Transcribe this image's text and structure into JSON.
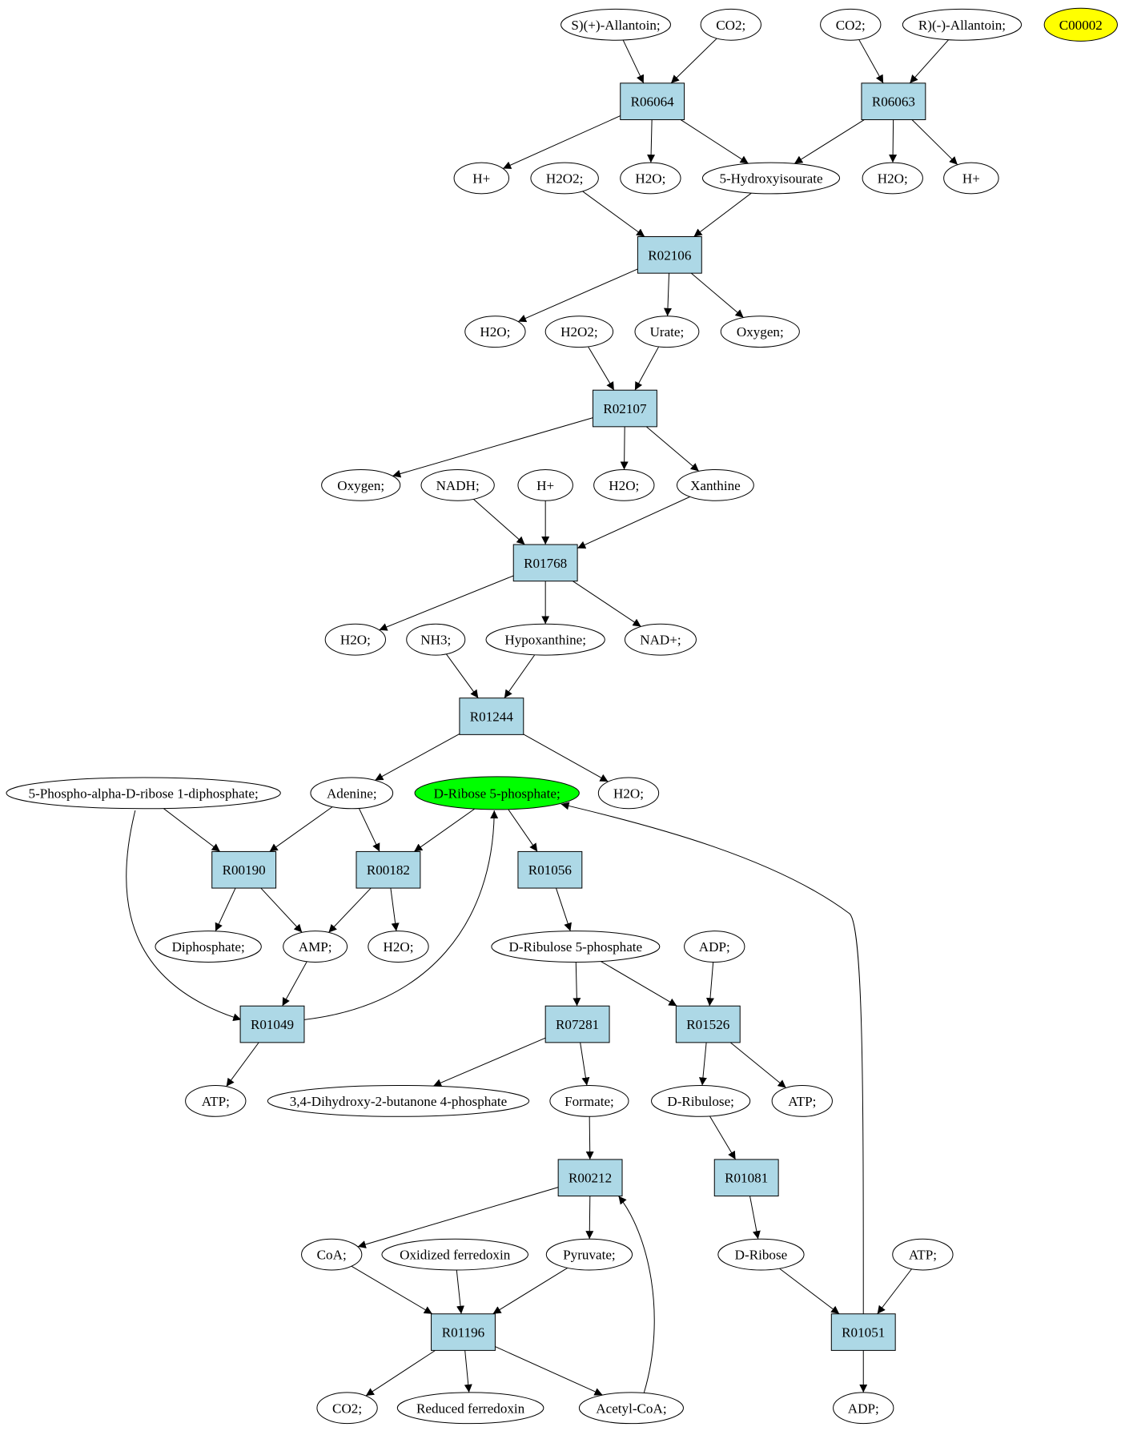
{
  "highlight_colors": {
    "start_node": "#ffff00",
    "target_node": "#00ff00",
    "reaction_fill": "#add8e6"
  },
  "metabolites": [
    {
      "id": "m_allS",
      "label": "S)(+)-Allantoin;"
    },
    {
      "id": "m_co2_a",
      "label": "CO2;"
    },
    {
      "id": "m_co2_b",
      "label": "CO2;"
    },
    {
      "id": "m_allR",
      "label": "R)(-)-Allantoin;"
    },
    {
      "id": "m_c00002",
      "label": "C00002",
      "highlight": "start_node"
    },
    {
      "id": "m_hp_a",
      "label": "H+"
    },
    {
      "id": "m_h2o2_a",
      "label": "H2O2;"
    },
    {
      "id": "m_h2o_a",
      "label": "H2O;"
    },
    {
      "id": "m_5hiu",
      "label": "5-Hydroxyisourate"
    },
    {
      "id": "m_h2o_b",
      "label": "H2O;"
    },
    {
      "id": "m_hp_b",
      "label": "H+"
    },
    {
      "id": "m_h2o_c",
      "label": "H2O;"
    },
    {
      "id": "m_h2o2_b",
      "label": "H2O2;"
    },
    {
      "id": "m_urate",
      "label": "Urate;"
    },
    {
      "id": "m_oxy_a",
      "label": "Oxygen;"
    },
    {
      "id": "m_oxy_b",
      "label": "Oxygen;"
    },
    {
      "id": "m_nadh",
      "label": "NADH;"
    },
    {
      "id": "m_hp_c",
      "label": "H+"
    },
    {
      "id": "m_h2o_d",
      "label": "H2O;"
    },
    {
      "id": "m_xan",
      "label": "Xanthine"
    },
    {
      "id": "m_h2o_e",
      "label": "H2O;"
    },
    {
      "id": "m_nh3",
      "label": "NH3;"
    },
    {
      "id": "m_hypo",
      "label": "Hypoxanthine;"
    },
    {
      "id": "m_nad",
      "label": "NAD+;"
    },
    {
      "id": "m_prpp",
      "label": "5-Phospho-alpha-D-ribose 1-diphosphate;"
    },
    {
      "id": "m_ade",
      "label": "Adenine;"
    },
    {
      "id": "m_r5p",
      "label": "D-Ribose 5-phosphate;",
      "highlight": "target_node"
    },
    {
      "id": "m_h2o_f",
      "label": "H2O;"
    },
    {
      "id": "m_diph",
      "label": "Diphosphate;"
    },
    {
      "id": "m_amp",
      "label": "AMP;"
    },
    {
      "id": "m_h2o_g",
      "label": "H2O;"
    },
    {
      "id": "m_ru5p",
      "label": "D-Ribulose 5-phosphate"
    },
    {
      "id": "m_adp_a",
      "label": "ADP;"
    },
    {
      "id": "m_atp_a",
      "label": "ATP;"
    },
    {
      "id": "m_dhbp",
      "label": "3,4-Dihydroxy-2-butanone 4-phosphate"
    },
    {
      "id": "m_form",
      "label": "Formate;"
    },
    {
      "id": "m_rul",
      "label": "D-Ribulose;"
    },
    {
      "id": "m_atp_b",
      "label": "ATP;"
    },
    {
      "id": "m_coa",
      "label": "CoA;"
    },
    {
      "id": "m_oxfd",
      "label": "Oxidized ferredoxin"
    },
    {
      "id": "m_pyr",
      "label": "Pyruvate;"
    },
    {
      "id": "m_rib",
      "label": "D-Ribose"
    },
    {
      "id": "m_atp_c",
      "label": "ATP;"
    },
    {
      "id": "m_co2_c",
      "label": "CO2;"
    },
    {
      "id": "m_redfd",
      "label": "Reduced ferredoxin"
    },
    {
      "id": "m_acoa",
      "label": "Acetyl-CoA;"
    },
    {
      "id": "m_adp_b",
      "label": "ADP;"
    }
  ],
  "reactions": [
    {
      "id": "r_R06064",
      "label": "R06064"
    },
    {
      "id": "r_R06063",
      "label": "R06063"
    },
    {
      "id": "r_R02106",
      "label": "R02106"
    },
    {
      "id": "r_R02107",
      "label": "R02107"
    },
    {
      "id": "r_R01768",
      "label": "R01768"
    },
    {
      "id": "r_R01244",
      "label": "R01244"
    },
    {
      "id": "r_R00190",
      "label": "R00190"
    },
    {
      "id": "r_R00182",
      "label": "R00182"
    },
    {
      "id": "r_R01056",
      "label": "R01056"
    },
    {
      "id": "r_R01049",
      "label": "R01049"
    },
    {
      "id": "r_R07281",
      "label": "R07281"
    },
    {
      "id": "r_R01526",
      "label": "R01526"
    },
    {
      "id": "r_R00212",
      "label": "R00212"
    },
    {
      "id": "r_R01081",
      "label": "R01081"
    },
    {
      "id": "r_R01196",
      "label": "R01196"
    },
    {
      "id": "r_R01051",
      "label": "R01051"
    }
  ],
  "edges": [
    {
      "from": "m_allS",
      "to": "r_R06064"
    },
    {
      "from": "m_co2_a",
      "to": "r_R06064"
    },
    {
      "from": "m_co2_b",
      "to": "r_R06063"
    },
    {
      "from": "m_allR",
      "to": "r_R06063"
    },
    {
      "from": "r_R06064",
      "to": "m_hp_a"
    },
    {
      "from": "r_R06064",
      "to": "m_h2o_a"
    },
    {
      "from": "r_R06064",
      "to": "m_5hiu"
    },
    {
      "from": "r_R06063",
      "to": "m_5hiu"
    },
    {
      "from": "r_R06063",
      "to": "m_h2o_b"
    },
    {
      "from": "r_R06063",
      "to": "m_hp_b"
    },
    {
      "from": "m_h2o2_a",
      "to": "r_R02106"
    },
    {
      "from": "m_5hiu",
      "to": "r_R02106"
    },
    {
      "from": "r_R02106",
      "to": "m_h2o_c"
    },
    {
      "from": "r_R02106",
      "to": "m_urate"
    },
    {
      "from": "r_R02106",
      "to": "m_oxy_a"
    },
    {
      "from": "m_h2o2_b",
      "to": "r_R02107"
    },
    {
      "from": "m_urate",
      "to": "r_R02107"
    },
    {
      "from": "r_R02107",
      "to": "m_oxy_b"
    },
    {
      "from": "r_R02107",
      "to": "m_h2o_d"
    },
    {
      "from": "r_R02107",
      "to": "m_xan"
    },
    {
      "from": "m_nadh",
      "to": "r_R01768"
    },
    {
      "from": "m_hp_c",
      "to": "r_R01768"
    },
    {
      "from": "m_xan",
      "to": "r_R01768"
    },
    {
      "from": "r_R01768",
      "to": "m_h2o_e"
    },
    {
      "from": "r_R01768",
      "to": "m_hypo"
    },
    {
      "from": "r_R01768",
      "to": "m_nad"
    },
    {
      "from": "m_nh3",
      "to": "r_R01244"
    },
    {
      "from": "m_hypo",
      "to": "r_R01244"
    },
    {
      "from": "r_R01244",
      "to": "m_ade"
    },
    {
      "from": "r_R01244",
      "to": "m_h2o_f"
    },
    {
      "from": "m_prpp",
      "to": "r_R00190"
    },
    {
      "from": "m_ade",
      "to": "r_R00190"
    },
    {
      "from": "m_ade",
      "to": "r_R00182"
    },
    {
      "from": "m_r5p",
      "to": "r_R00182"
    },
    {
      "from": "m_r5p",
      "to": "r_R01056"
    },
    {
      "from": "m_prpp",
      "to": "r_R01049"
    },
    {
      "from": "r_R00190",
      "to": "m_diph"
    },
    {
      "from": "r_R00190",
      "to": "m_amp"
    },
    {
      "from": "r_R00182",
      "to": "m_amp"
    },
    {
      "from": "r_R00182",
      "to": "m_h2o_g"
    },
    {
      "from": "r_R01056",
      "to": "m_ru5p"
    },
    {
      "from": "m_amp",
      "to": "r_R01049"
    },
    {
      "from": "r_R01049",
      "to": "m_r5p"
    },
    {
      "from": "r_R01049",
      "to": "m_atp_a"
    },
    {
      "from": "m_ru5p",
      "to": "r_R07281"
    },
    {
      "from": "m_ru5p",
      "to": "r_R01526"
    },
    {
      "from": "m_adp_a",
      "to": "r_R01526"
    },
    {
      "from": "r_R07281",
      "to": "m_dhbp"
    },
    {
      "from": "r_R07281",
      "to": "m_form"
    },
    {
      "from": "r_R01526",
      "to": "m_rul"
    },
    {
      "from": "r_R01526",
      "to": "m_atp_b"
    },
    {
      "from": "m_form",
      "to": "r_R00212"
    },
    {
      "from": "m_rul",
      "to": "r_R01081"
    },
    {
      "from": "r_R00212",
      "to": "m_coa"
    },
    {
      "from": "r_R00212",
      "to": "m_pyr"
    },
    {
      "from": "r_R01081",
      "to": "m_rib"
    },
    {
      "from": "m_coa",
      "to": "r_R01196"
    },
    {
      "from": "m_oxfd",
      "to": "r_R01196"
    },
    {
      "from": "m_pyr",
      "to": "r_R01196"
    },
    {
      "from": "r_R01196",
      "to": "m_co2_c"
    },
    {
      "from": "r_R01196",
      "to": "m_redfd"
    },
    {
      "from": "r_R01196",
      "to": "m_acoa"
    },
    {
      "from": "m_acoa",
      "to": "r_R00212"
    },
    {
      "from": "m_rib",
      "to": "r_R01051"
    },
    {
      "from": "m_atp_c",
      "to": "r_R01051"
    },
    {
      "from": "r_R01051",
      "to": "m_adp_b"
    },
    {
      "from": "r_R01051",
      "to": "m_r5p"
    }
  ]
}
